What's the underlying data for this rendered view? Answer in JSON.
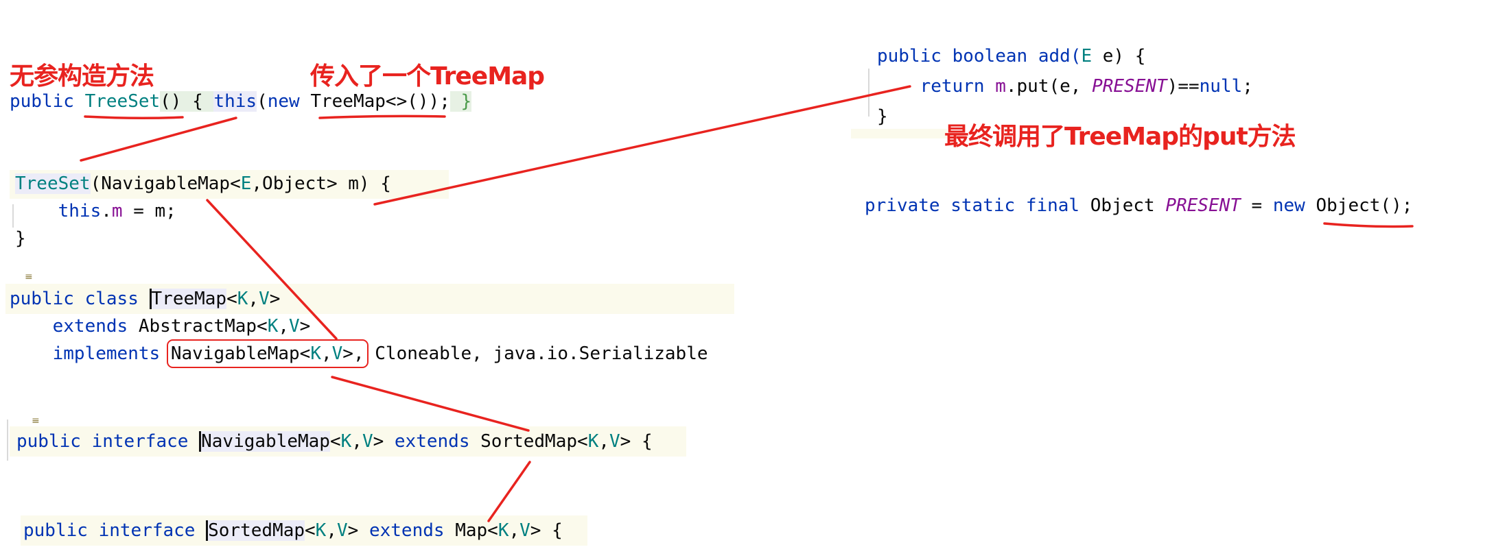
{
  "annotations": {
    "no_arg_ctor": "无参构造方法",
    "passes_treemap": "传入了一个TreeMap",
    "calls_put": "最终调用了TreeMap的put方法"
  },
  "colors": {
    "annotation": "#e8231f",
    "keyword": "#0033b3",
    "type_param": "#008080",
    "field": "#871094"
  },
  "code": {
    "treeset_ctor": {
      "kw_public": "public",
      "name": "TreeSet",
      "parens": "()",
      "brace_open": " { ",
      "kw_this": "this",
      "paren_open": "(",
      "kw_new": "new",
      "type": "TreeMap<>",
      "call": "()",
      "tail": ");",
      "brace_close": " }"
    },
    "treeset_nav_ctor": {
      "name": "TreeSet",
      "sig_a": "(NavigableMap<",
      "tp_e": "E",
      "sig_b": ",Object> m) {",
      "kw_this": "this",
      "dot": ".",
      "field_m": "m",
      "assign": " = m;",
      "close": "}"
    },
    "treemap_decl": {
      "kw_public": "public",
      "kw_class": "class",
      "name": "TreeMap",
      "lt": "<",
      "tp_k": "K",
      "comma": ",",
      "tp_v": "V",
      "gt": ">",
      "kw_extends": "extends",
      "super": "AbstractMap<",
      "kw_implements": "implements",
      "iface": "NavigableMap<",
      "gt_comma": ">,",
      "rest": " Cloneable, java.io.Serializable"
    },
    "navmap_decl": {
      "kw_public": "public",
      "kw_interface": "interface",
      "name": "NavigableMap",
      "lt": "<",
      "tp_k": "K",
      "comma": ",",
      "tp_v": "V",
      "gt": ">",
      "kw_extends": "extends",
      "super": "SortedMap<",
      "end": "> {"
    },
    "sortedmap_decl": {
      "kw_public": "public",
      "kw_interface": "interface",
      "name": "SortedMap",
      "lt": "<",
      "tp_k": "K",
      "comma": ",",
      "tp_v": "V",
      "gt": ">",
      "kw_extends": "extends",
      "super": "Map<",
      "end": "> {"
    },
    "add_method": {
      "kw_public": "public",
      "kw_boolean": "boolean",
      "name": "add(",
      "tp_e": "E",
      "params": " e) {",
      "kw_return": "return",
      "field_m": "m",
      "call": ".put(e, ",
      "const_present": "PRESENT",
      "cmp": ")==",
      "kw_null": "null",
      "semi": ";",
      "close": "}"
    },
    "present_decl": {
      "kw_private": "private",
      "kw_static": "static",
      "kw_final": "final",
      "type": "Object",
      "const_present": "PRESENT",
      "eq": " = ",
      "kw_new": "new",
      "ctor": "Object()",
      "semi": ";"
    }
  }
}
